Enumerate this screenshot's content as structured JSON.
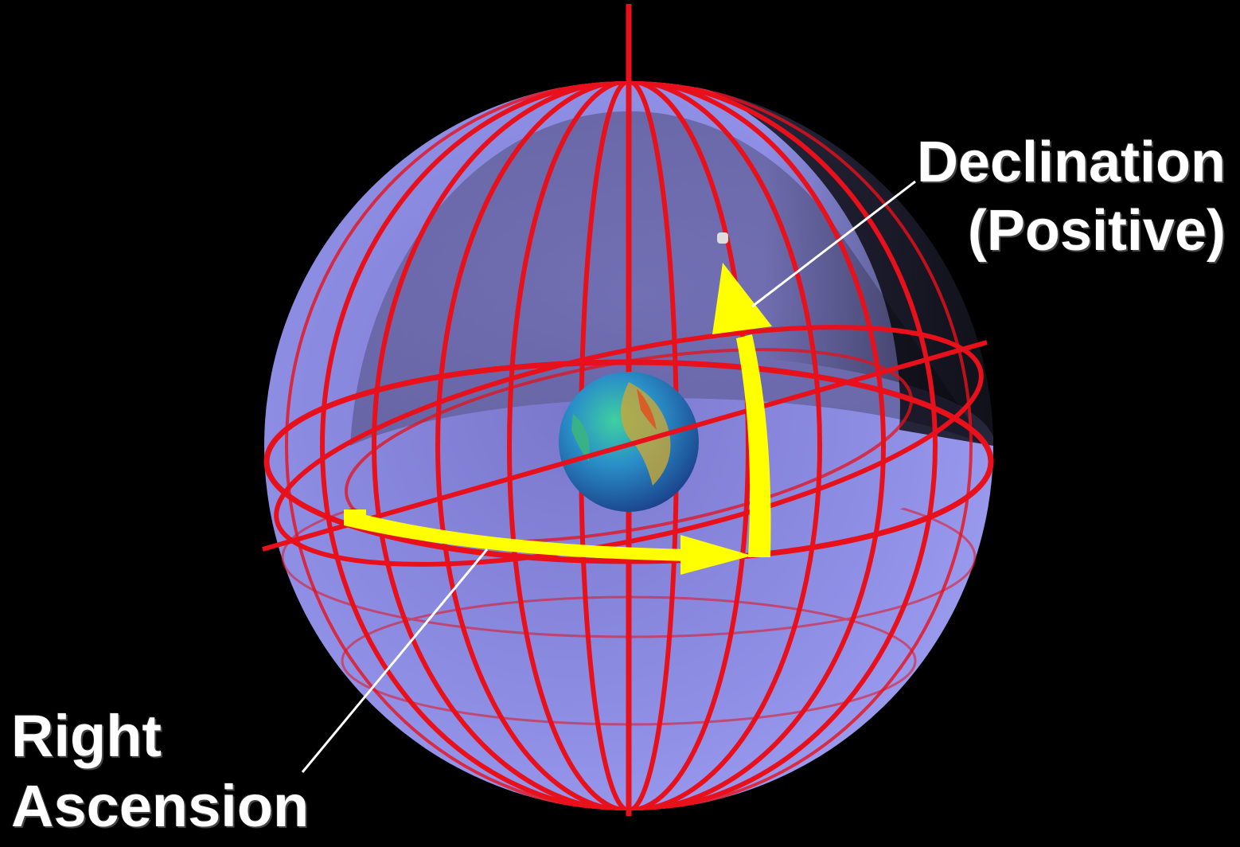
{
  "labels": {
    "declination_line1": "Declination",
    "declination_line2": "(Positive)",
    "right_ascension_line1": "Right",
    "right_ascension_line2": "Ascension"
  },
  "colors": {
    "background": "#000000",
    "celestial_sphere": "#8f8fe8",
    "grid_lines": "#e8101a",
    "arrows": "#ffff00",
    "pointer_lines": "#ffffff"
  }
}
